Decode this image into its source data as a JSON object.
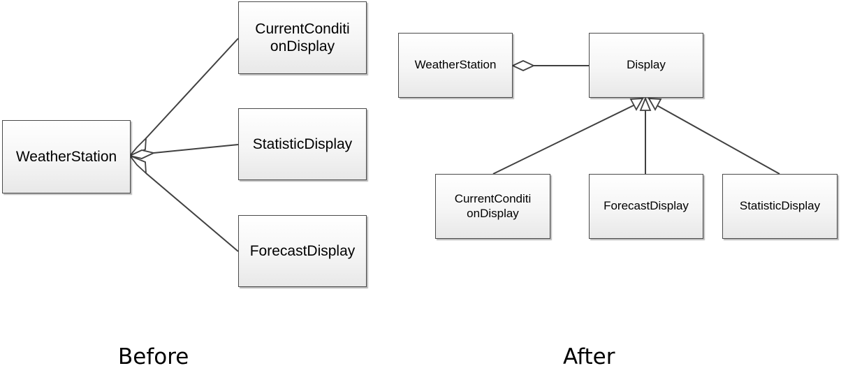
{
  "before": {
    "caption": "Before",
    "classes": {
      "weather_station": "WeatherStation",
      "current_condition_display": "CurrentConditi\nonDisplay",
      "statistic_display": "StatisticDisplay",
      "forecast_display": "ForecastDisplay"
    }
  },
  "after": {
    "caption": "After",
    "classes": {
      "weather_station": "WeatherStation",
      "display": "Display",
      "current_condition_display": "CurrentConditi\nonDisplay",
      "forecast_display": "ForecastDisplay",
      "statistic_display": "StatisticDisplay"
    }
  },
  "colors": {
    "line": "#404040",
    "box_border": "#4a4a4a"
  }
}
